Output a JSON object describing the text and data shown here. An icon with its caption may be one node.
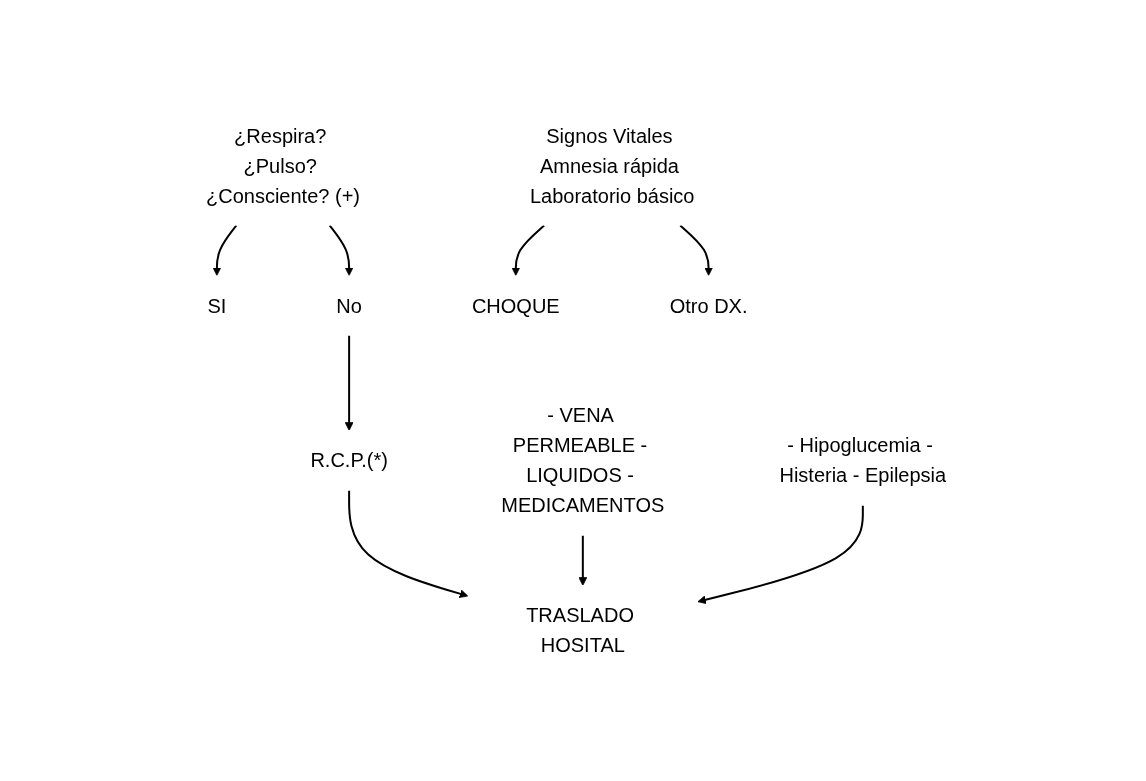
{
  "diagram": {
    "nodes": [
      {
        "text": [
          "¿Respira? ¿Pulso? ¿Consciente? (+)"
        ]
      },
      {
        "text": [
          "SI"
        ]
      },
      {
        "text": [
          "Signos Vitales Amnesia rápida Laboratorio básico"
        ]
      },
      {
        "text": [
          "No"
        ]
      },
      {
        "text": [
          "R.C.P.(*)"
        ]
      },
      {
        "text": [
          "CHOQUE"
        ]
      },
      {
        "text": [
          "Otro DX."
        ]
      },
      {
        "text": [
          "- VENA PERMEABLE - LIQUIDOS - MEDICAMENTOS"
        ]
      },
      {
        "text": [
          "- Hipoglucemia - Histeria - Epilepsia"
        ]
      },
      {
        "text": [
          "TRASLADO HOSITAL"
        ]
      }
    ],
    "edges": [
      {
        "from": 0,
        "to": 1,
        "arrow": "to"
      },
      {
        "from": 0,
        "to": 3,
        "arrow": "to"
      },
      {
        "from": 3,
        "to": 4,
        "arrow": "to"
      },
      {
        "from": 2,
        "to": 5,
        "arrow": "to"
      },
      {
        "from": 2,
        "to": 6,
        "arrow": "to"
      },
      {
        "from": 4,
        "to": 9,
        "arrow": "to"
      },
      {
        "from": 7,
        "to": 9,
        "arrow": "to"
      },
      {
        "from": 8,
        "to": 9,
        "arrow": "to"
      }
    ]
  }
}
